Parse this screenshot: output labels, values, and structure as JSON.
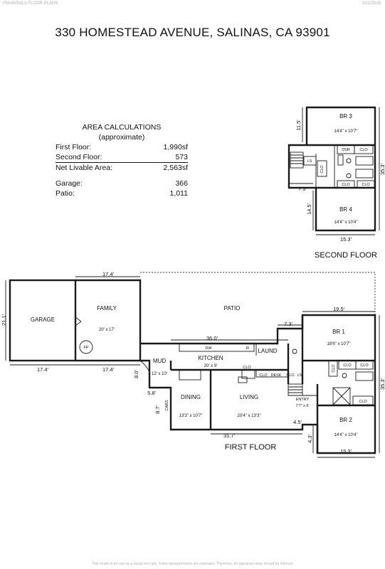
{
  "header": {
    "company": "PENINSULA FLOOR PLANS",
    "date": "3/11/2026"
  },
  "title": "330 HOMESTEAD AVENUE, SALINAS, CA  93901",
  "area": {
    "heading1": "AREA CALCULATIONS",
    "heading2": "(approximate)",
    "rows": [
      {
        "label": "First Floor:",
        "value": "1,990sf"
      },
      {
        "label": "Second Floor:",
        "value": "573"
      },
      {
        "label": "Net Livable Area:",
        "value": "2,563sf"
      },
      {
        "label": "Garage:",
        "value": "366"
      },
      {
        "label": "Patio:",
        "value": "1,011"
      }
    ]
  },
  "floors": {
    "second": "SECOND FLOOR",
    "first": "FIRST FLOOR"
  },
  "rooms": {
    "br3": {
      "name": "BR 3",
      "dim": "14'4\" x 10'7\""
    },
    "br4": {
      "name": "BR 4",
      "dim": "14'4\" x 10'4\""
    },
    "garage": {
      "name": "GARAGE"
    },
    "family": {
      "name": "FAMILY",
      "dim": "20' x 17'"
    },
    "patio": {
      "name": "PATIO"
    },
    "br1": {
      "name": "BR 1",
      "dim": "18'6\" x 10'7\""
    },
    "kitchen": {
      "name": "KITCHEN",
      "dim": "20' x 9'"
    },
    "laund": {
      "name": "LAUND"
    },
    "mud": {
      "name": "MUD",
      "dim": "12' x 10'"
    },
    "dining": {
      "name": "DINING",
      "dim": "13'3\" x 10'7\""
    },
    "living": {
      "name": "LIVING",
      "dim": "20'4\" x 13'3\""
    },
    "entry": {
      "name": "ENTRY",
      "dim": "7'7\" x 6'"
    },
    "br2": {
      "name": "BR 2",
      "dim": "14'4\" x 10'4\""
    }
  },
  "fixtures": {
    "dsr": "DSR",
    "clo": "CLO",
    "ls": "LS",
    "fp": "FP",
    "dw": "DW",
    "r": "R",
    "desk": "DESK",
    "cabs": "CABS"
  },
  "dims": {
    "sf_top": "11.5'",
    "sf_right": "35.3'",
    "sf_step": "7.5'",
    "sf_bottom_left": "14.5'",
    "sf_width": "15.3'",
    "garage_width_top": "17.4'",
    "garage_height": "21.1'",
    "garage_width_bottom": "17.4'",
    "family_width_bottom": "17.4'",
    "kitchen_width": "36.0'",
    "laund_width": "7.3'",
    "br1_width": "19.5'",
    "ff_right": "35.3'",
    "mud_side": "8.0'",
    "dining_offset": "5.8'",
    "cabs_height": "8.7'",
    "entry_offset": "4.5'",
    "br2_offset": "4.3'",
    "living_width": "31.7'",
    "br2_width": "15.3'"
  },
  "footer": "This model is for use as a visual tool only. Some measurements are estimates. Therefore, no appraisal value should be inferred."
}
